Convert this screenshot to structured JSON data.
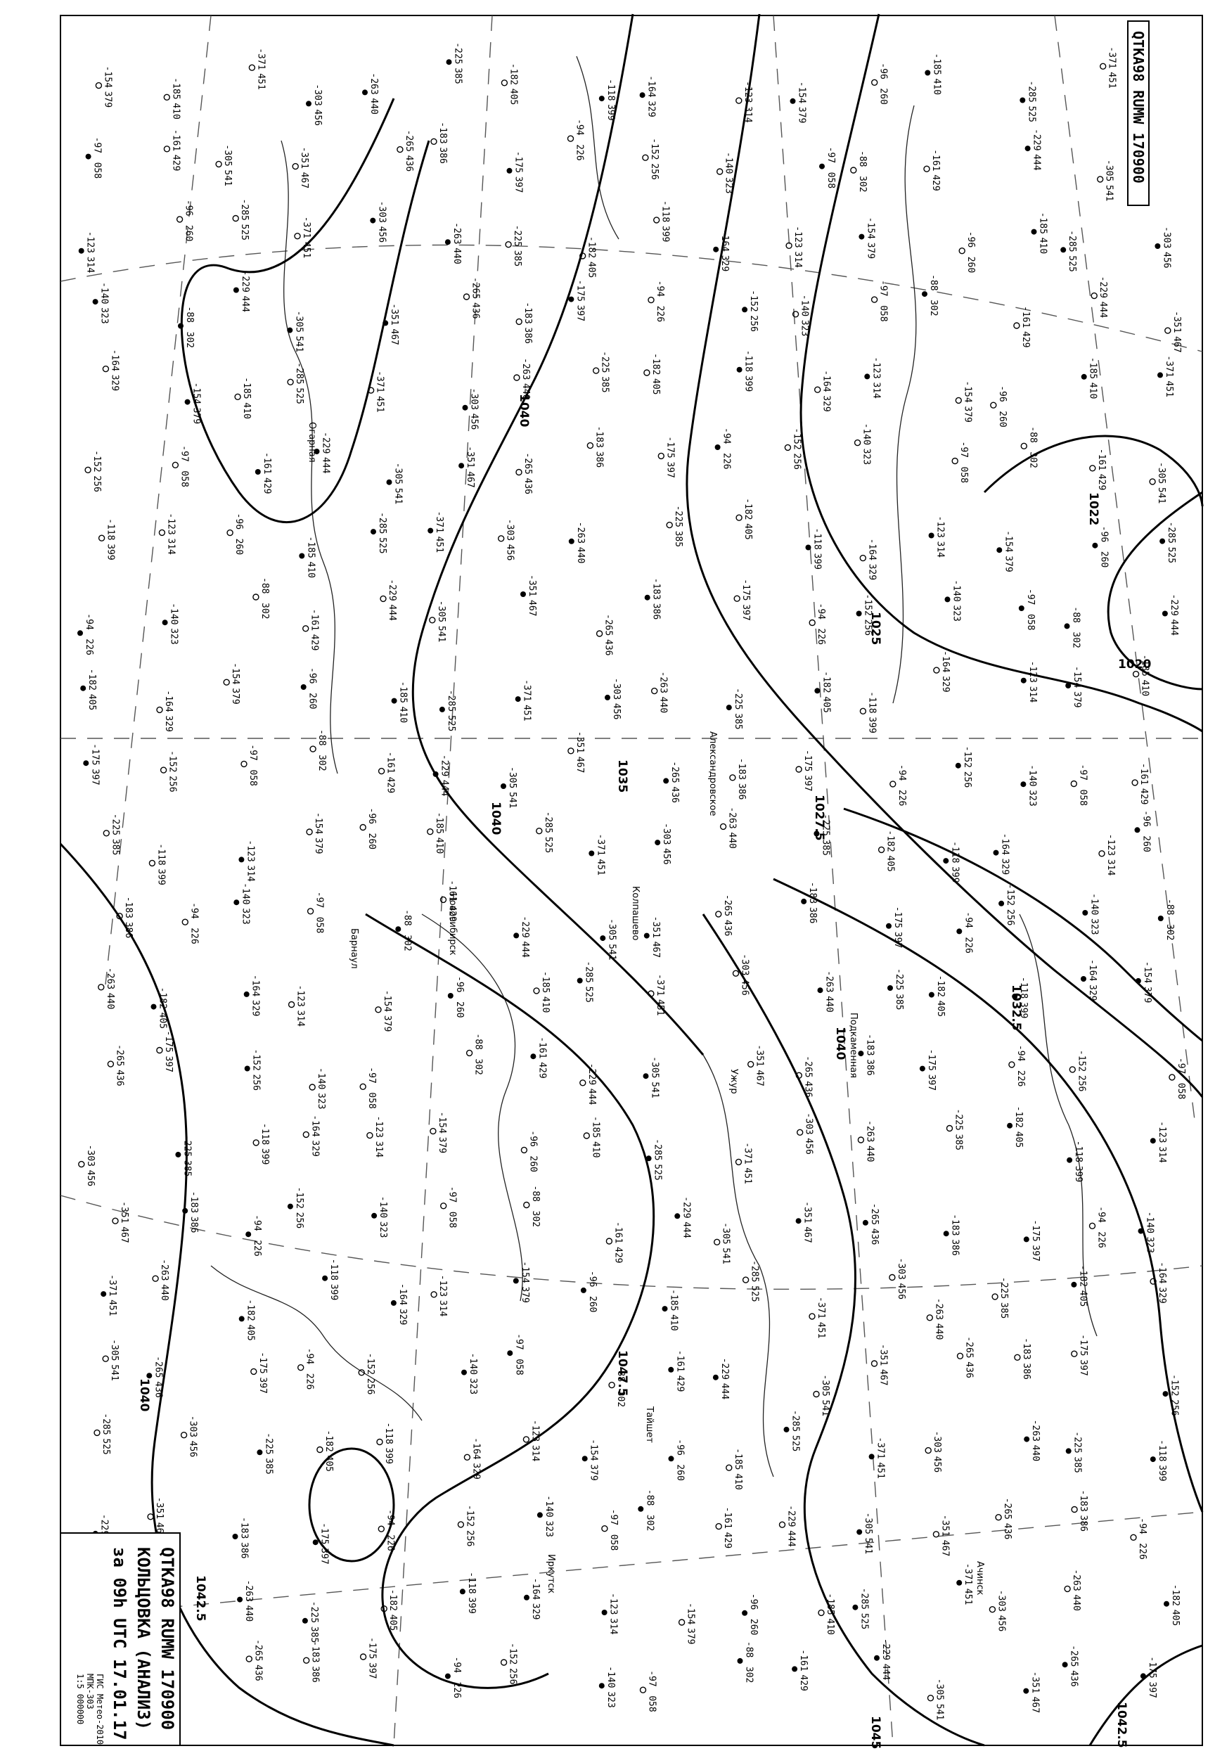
{
  "header_code": "QTKA98 RUMW 170900",
  "title_box": {
    "code": "QTKA98 RUMW 170900",
    "title": "КОЛЬЦОВКА (АНАЛИЗ)",
    "time": "за 09h UTC 17.01.17",
    "credit": "ГИС Метео-2010",
    "sheet": "МПК-303",
    "scale": "1:5 000000"
  },
  "isobar_labels": [
    "1040",
    "1040",
    "1042.5",
    "1047.5",
    "1040",
    "1045",
    "1042.5",
    "1032.5",
    "1040",
    "1035",
    "1027.5",
    "1025",
    "1020",
    "1022"
  ],
  "cities": [
    "Колпашево",
    "Новосибирск",
    "Барнаул",
    "Александровское",
    "Подкаменная",
    "Ачинск",
    "Иркутск",
    "Огарная",
    "Ужур",
    "Тайшет"
  ],
  "station_samples": [
    [
      "-154",
      "379"
    ],
    [
      "-97",
      "058"
    ],
    [
      "-123",
      "314"
    ],
    [
      "-140",
      "323"
    ],
    [
      "-164",
      "329"
    ],
    [
      "-152",
      "256"
    ],
    [
      "-118",
      "399"
    ],
    [
      "-94",
      "226"
    ],
    [
      "-182",
      "405"
    ],
    [
      "-175",
      "397"
    ],
    [
      "-225",
      "385"
    ],
    [
      "-183",
      "386"
    ],
    [
      "-263",
      "440"
    ],
    [
      "-265",
      "436"
    ],
    [
      "-303",
      "456"
    ],
    [
      "-351",
      "467"
    ],
    [
      "-371",
      "451"
    ],
    [
      "-305",
      "541"
    ],
    [
      "-285",
      "525"
    ],
    [
      "-229",
      "444"
    ],
    [
      "-185",
      "410"
    ],
    [
      "-161",
      "429"
    ],
    [
      "-96",
      "260"
    ],
    [
      "-88",
      "302"
    ]
  ],
  "colors": {
    "ink": "#000000",
    "grid": "#555555",
    "paper": "#ffffff"
  }
}
